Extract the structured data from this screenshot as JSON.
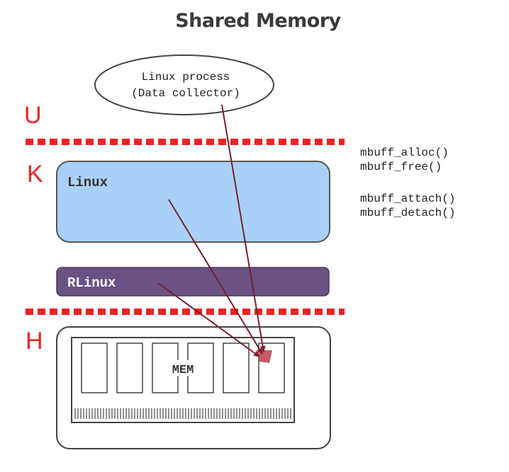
{
  "title": "Shared Memory",
  "levels": {
    "user": "U",
    "kernel": "K",
    "hardware": "H"
  },
  "process": {
    "line1": "Linux process",
    "line2": "(Data collector)"
  },
  "linux_label": "Linux",
  "rlinux_label": "RLinux",
  "mem_label": "MEM",
  "api": {
    "group1": [
      "mbuff_alloc()",
      "mbuff_free()"
    ],
    "group2": [
      "mbuff_attach()",
      "mbuff_detach()"
    ]
  },
  "colors": {
    "red": "#ee2222",
    "linux_fill": "#a9d1f7",
    "rlinux_fill": "#6a5285",
    "arrow": "#7a1f2b"
  }
}
